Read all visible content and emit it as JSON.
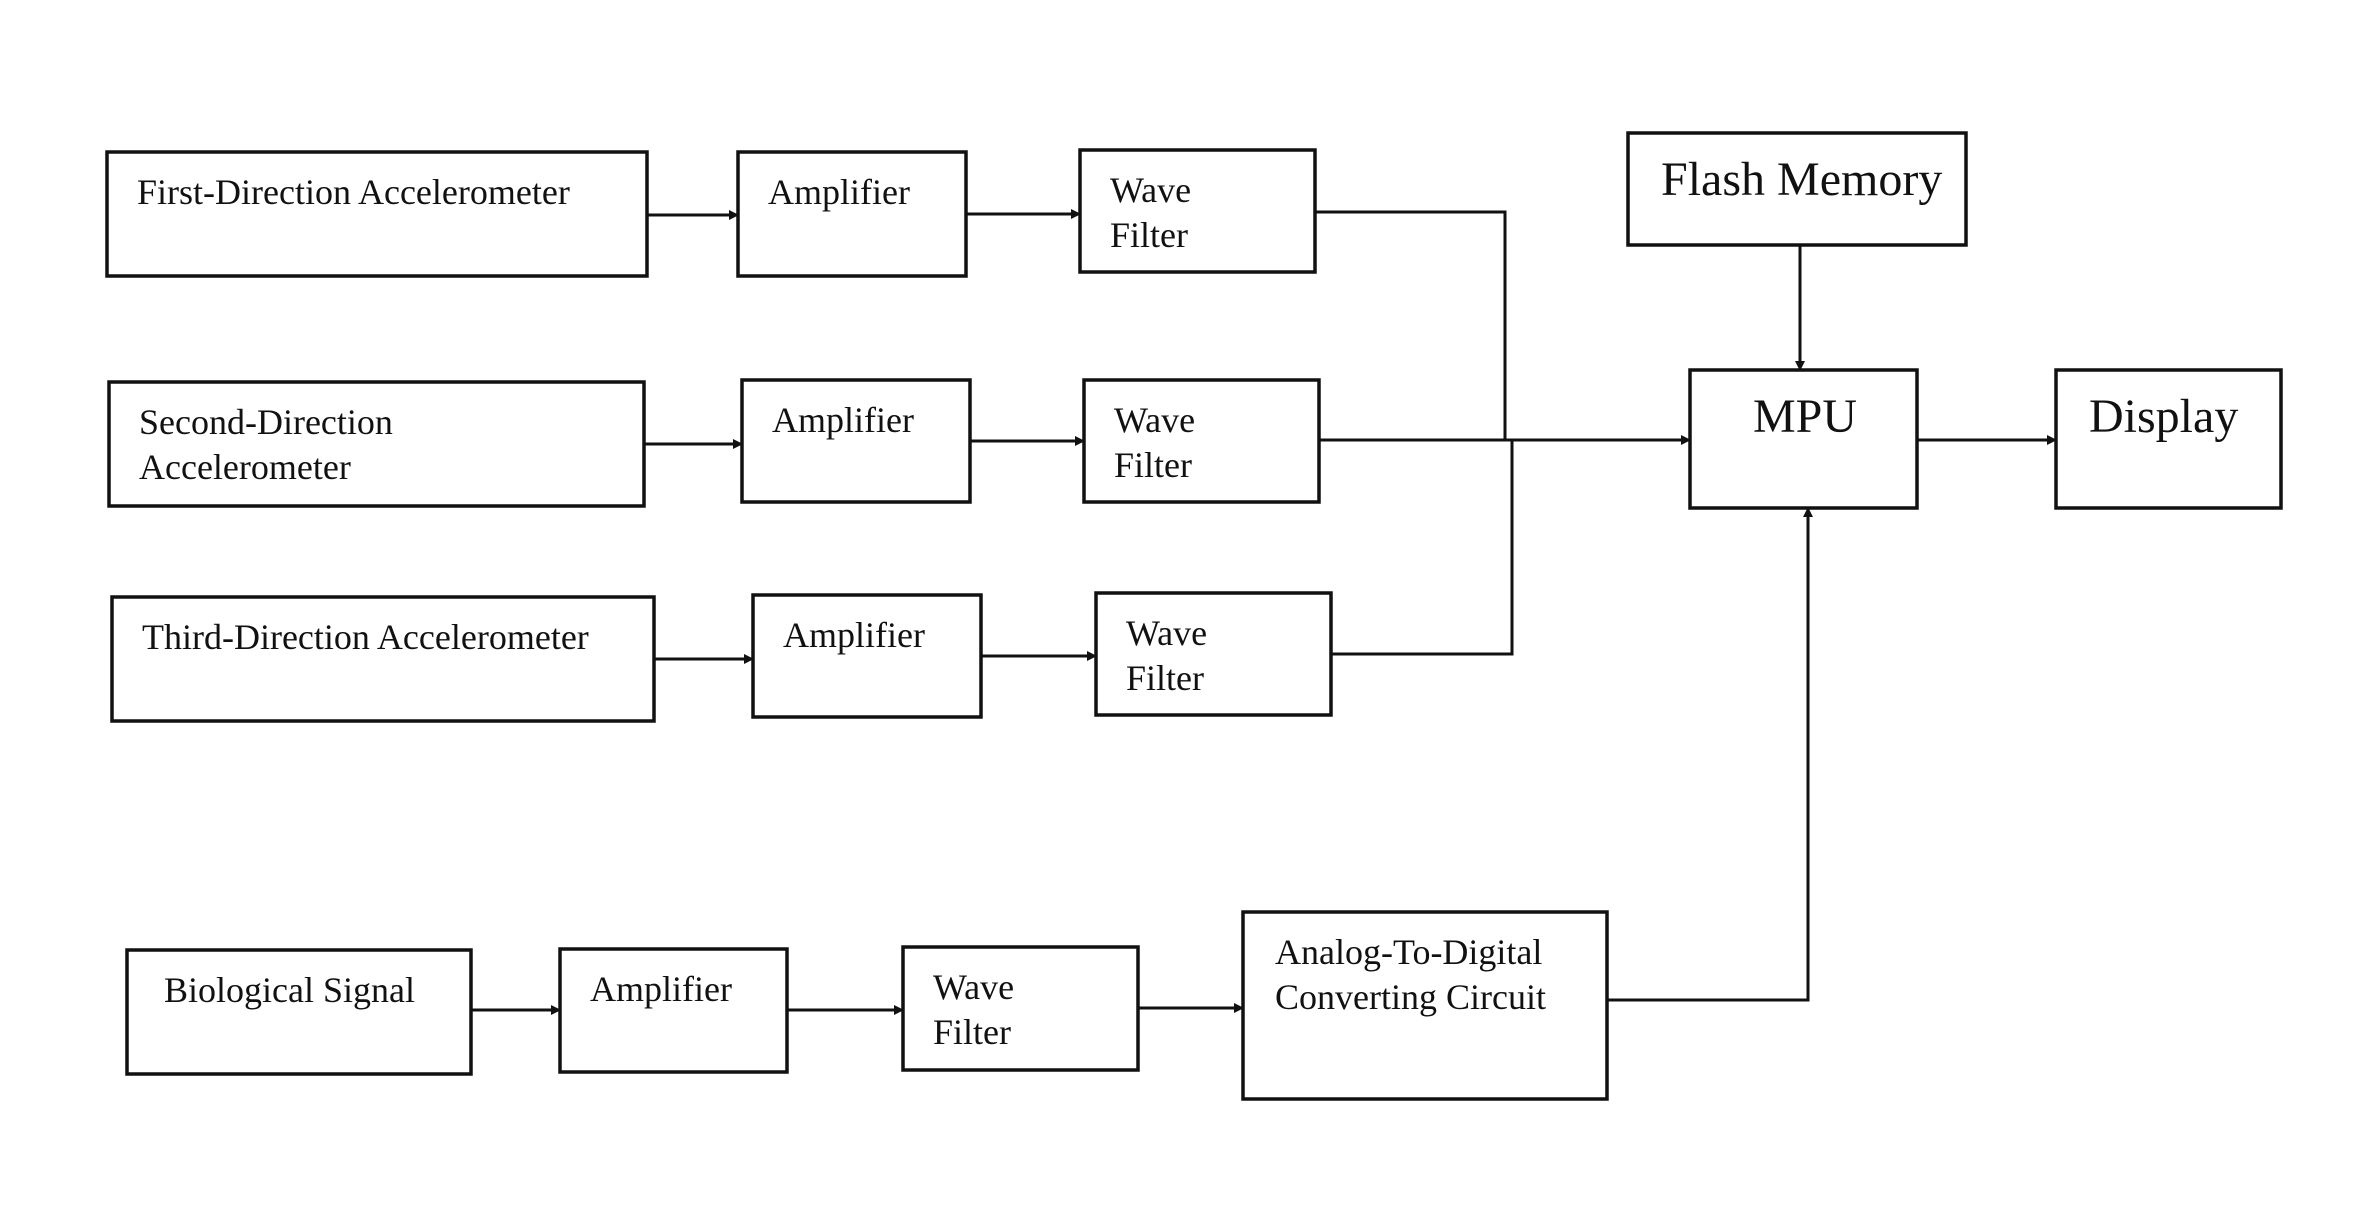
{
  "diagram": {
    "accel_row_1": {
      "sensor": [
        "First-Direction Accelerometer"
      ],
      "amplifier": [
        "Amplifier"
      ],
      "filter": [
        "Wave",
        "Filter"
      ]
    },
    "accel_row_2": {
      "sensor": [
        "Second-Direction",
        "Accelerometer"
      ],
      "amplifier": [
        "Amplifier"
      ],
      "filter": [
        "Wave",
        "Filter"
      ]
    },
    "accel_row_3": {
      "sensor": [
        "Third-Direction Accelerometer"
      ],
      "amplifier": [
        "Amplifier"
      ],
      "filter": [
        "Wave",
        "Filter"
      ]
    },
    "bio_row": {
      "sensor": [
        "Biological Signal"
      ],
      "amplifier": [
        "Amplifier"
      ],
      "filter": [
        "Wave",
        "Filter"
      ],
      "adc": [
        "Analog-To-Digital",
        "Converting Circuit"
      ]
    },
    "flash_memory": [
      "Flash Memory"
    ],
    "mpu": [
      "MPU"
    ],
    "display": [
      "Display"
    ]
  }
}
